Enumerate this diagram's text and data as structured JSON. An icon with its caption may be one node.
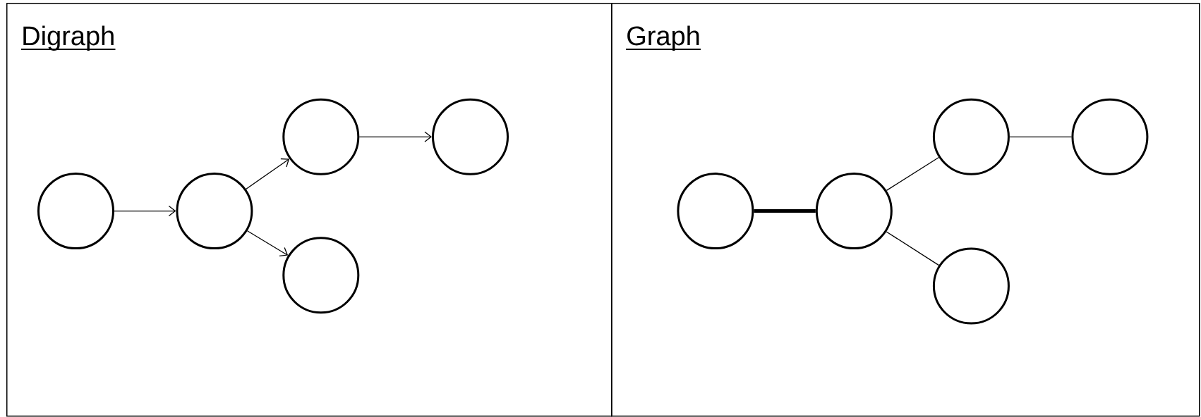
{
  "diagram": {
    "nodes": [
      {
        "text": [
          "Digraph"
        ]
      },
      {
        "text": [],
        "shape": "circle",
        "in": 0
      },
      {
        "text": [],
        "shape": "circle",
        "in": 0
      },
      {
        "text": [],
        "shape": "circle",
        "in": 0
      },
      {
        "text": [],
        "shape": "circle",
        "in": 0
      },
      {
        "text": [],
        "shape": "circle",
        "in": 0
      },
      {
        "text": [
          "Graph"
        ]
      },
      {
        "text": [],
        "shape": "circle",
        "in": 6
      },
      {
        "text": [],
        "shape": "circle",
        "in": 6
      },
      {
        "text": [],
        "shape": "circle",
        "in": 6
      },
      {
        "text": [],
        "shape": "circle",
        "in": 6
      },
      {
        "text": [],
        "shape": "circle",
        "in": 6
      }
    ],
    "edges": [
      {
        "from": 1,
        "to": 2,
        "arrow": "to"
      },
      {
        "from": 2,
        "to": 3,
        "arrow": "to"
      },
      {
        "from": 3,
        "to": 4,
        "arrow": "to"
      },
      {
        "from": 2,
        "to": 5,
        "arrow": "to"
      },
      {
        "from": 7,
        "to": 8,
        "arrow": "none",
        "style": "thick"
      },
      {
        "from": 8,
        "to": 9,
        "arrow": "none"
      },
      {
        "from": 9,
        "to": 10,
        "arrow": "none"
      },
      {
        "from": 8,
        "to": 11,
        "arrow": "none"
      }
    ]
  }
}
